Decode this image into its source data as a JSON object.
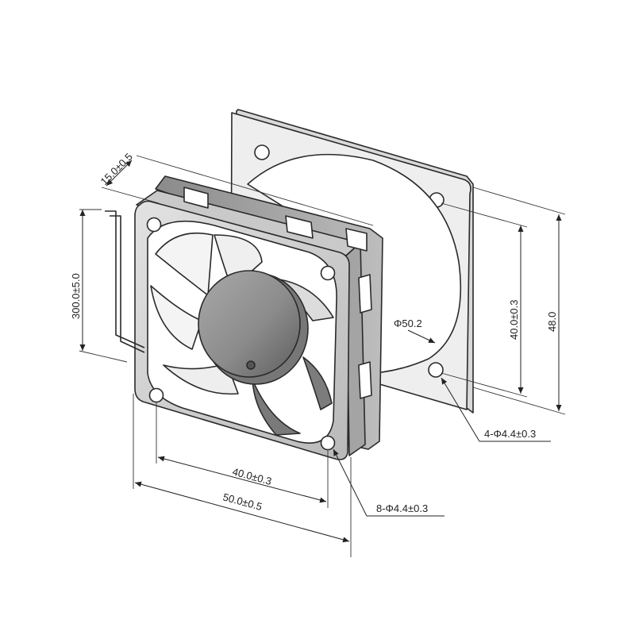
{
  "dimensions": {
    "thickness": "15.0±0.5",
    "cable_length": "300.0±5.0",
    "hole_spacing_front": "40.0±0.3",
    "frame_width": "50.0±0.5",
    "front_holes": "8-Φ4.4±0.3",
    "rear_holes": "4-Φ4.4±0.3",
    "guard_diameter": "Φ50.2",
    "hole_spacing_rear": "40.0±0.3",
    "flange_height": "48.0"
  },
  "colors": {
    "line": "#222222",
    "frame_front": "#cfcfcf",
    "frame_side": "#9a9a9a",
    "flange": "#e4e4e4",
    "hub": "#8e8e8e",
    "blade": "#f2f2f2"
  },
  "icons": [
    "fan-drawing"
  ]
}
